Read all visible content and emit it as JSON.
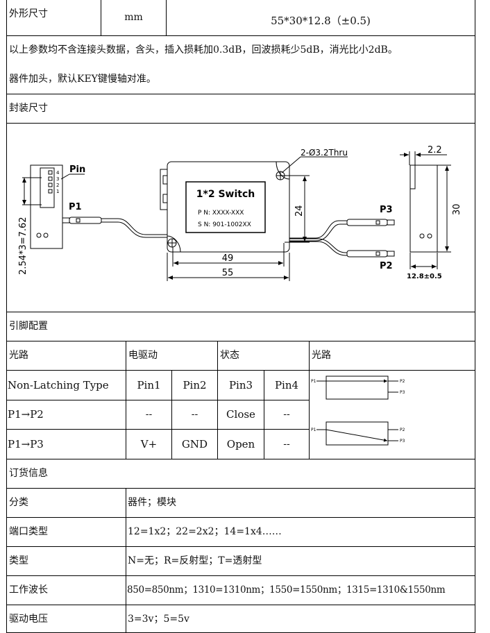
{
  "dims": {
    "label": "外形尺寸",
    "unit": "mm",
    "value": "55*30*12.8（±0.5)"
  },
  "notes": [
    "以上参数均不含连接头数据，含头，插入损耗加0.3dB，回波损耗少5dB，消光比小2dB。",
    "器件加头，默认KEY键慢轴对准。"
  ],
  "package_title": "封装尺寸",
  "drawing": {
    "pin": "Pin",
    "pin_numbers": [
      "4",
      "3",
      "2",
      "1"
    ],
    "pitch": "2.54*3=7.62",
    "p1": "P1",
    "p2": "P2",
    "p3": "P3",
    "hole": "2-Ø3.2Thru",
    "device_title": "1*2 Switch",
    "pn": "P N:   XXXX-XXX",
    "sn": "S N:   901-1002XX",
    "dim_49": "49",
    "dim_55": "55",
    "dim_24": "24",
    "dim_22": "2.2",
    "dim_30": "30",
    "thickness": "12.8±0.5"
  },
  "pin_config_title": "引脚配置",
  "pin_table": {
    "col1": "光路",
    "col2": "电驱动",
    "col3": "状态",
    "col4": "光路",
    "header": [
      "Non-Latching Type",
      "Pin1",
      "Pin2",
      "Pin3",
      "Pin4"
    ],
    "rows": [
      [
        "P1→P2",
        "--",
        "--",
        "Close",
        "--"
      ],
      [
        "P1→P3",
        "V+",
        "GND",
        "Open",
        "--"
      ]
    ],
    "diagram": {
      "p1": "P1",
      "p2": "P2",
      "p3": "P3"
    }
  },
  "order_title": "订货信息",
  "order": [
    {
      "label": "分类",
      "value": "器件；模块"
    },
    {
      "label": "端口类型",
      "value": "12=1x2；22=2x2；14=1x4……"
    },
    {
      "label": "类型",
      "value": "N=无；R=反射型；T=透射型"
    },
    {
      "label": "工作波长",
      "value": "850=850nm；1310=1310nm；1550=1550nm；1315=1310&1550nm"
    },
    {
      "label": "驱动电压",
      "value": "3=3v；5=5v"
    }
  ]
}
